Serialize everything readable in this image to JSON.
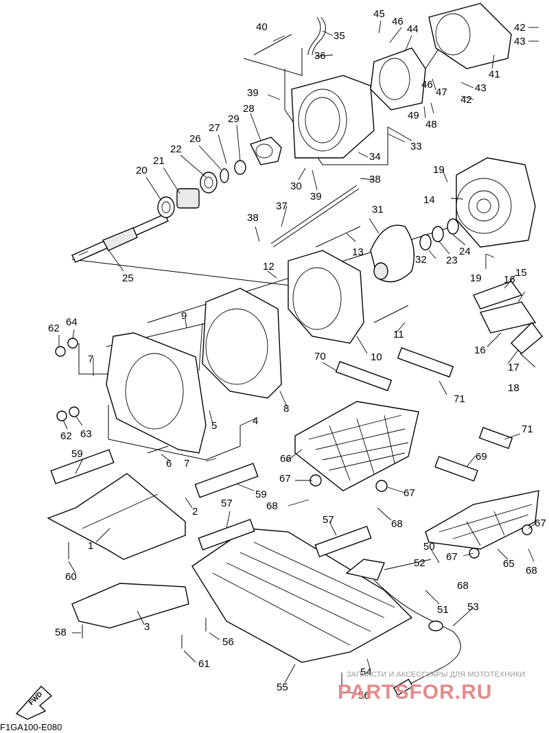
{
  "diagram_code": "F1GA100-E080",
  "fwd_label": "FWD",
  "watermark": {
    "caption": "ЗАПЧАСТИ И АКСЕССУАРЫ ДЛЯ МОТОТЕХНИКИ",
    "site": "PARTSFOR.RU"
  },
  "callouts": [
    "1",
    "2",
    "3",
    "4",
    "5",
    "6",
    "7",
    "7",
    "8",
    "9",
    "10",
    "11",
    "12",
    "13",
    "14",
    "15",
    "16",
    "16",
    "17",
    "18",
    "19",
    "19",
    "20",
    "21",
    "22",
    "23",
    "24",
    "25",
    "26",
    "27",
    "28",
    "29",
    "30",
    "31",
    "32",
    "33",
    "34",
    "35",
    "36",
    "37",
    "38",
    "38",
    "39",
    "39",
    "40",
    "41",
    "42",
    "42",
    "43",
    "43",
    "44",
    "45",
    "46",
    "46",
    "47",
    "48",
    "49",
    "50",
    "51",
    "52",
    "53",
    "54",
    "55",
    "56",
    "56",
    "57",
    "57",
    "58",
    "59",
    "59",
    "60",
    "61",
    "62",
    "62",
    "63",
    "64",
    "65",
    "66",
    "67",
    "67",
    "67",
    "67",
    "68",
    "68",
    "68",
    "68",
    "69",
    "70",
    "71",
    "71"
  ]
}
